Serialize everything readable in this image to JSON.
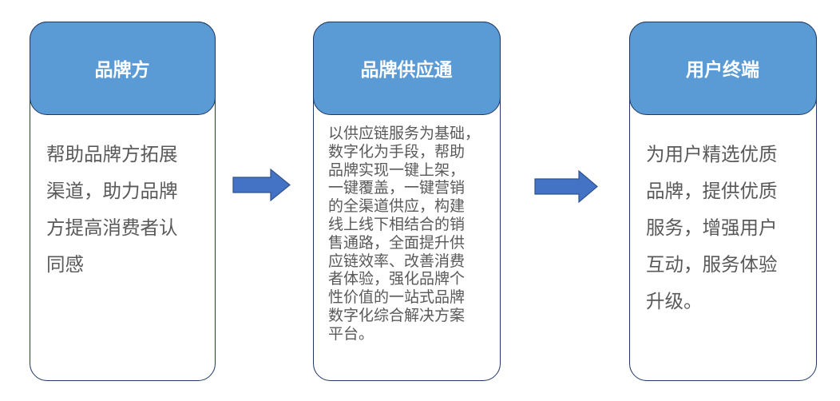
{
  "colors": {
    "header": "#5b9bd5",
    "border": "#1f3864",
    "arrow": "#4472c4",
    "text": "#595959"
  },
  "cards": [
    {
      "title": "品牌方",
      "lines": [
        "帮助品牌方拓展",
        "渠道，助力品牌",
        "方提高消费者认",
        "同感"
      ]
    },
    {
      "title": "品牌供应通",
      "lines": [
        "以供应链服务为基础，",
        "数字化为手段，帮助",
        "品牌实现一键上架，",
        "一键覆盖，一键营销",
        "的全渠道供应，构建",
        "线上线下相结合的销",
        "售通路，全面提升供",
        "应链效率、改善消费",
        "者体验，强化品牌个",
        "性价值的一站式品牌",
        "数字化综合解决方案",
        "平台。"
      ]
    },
    {
      "title": "用户终端",
      "lines": [
        "为用户精选优质",
        "品牌，提供优质",
        "服务，增强用户",
        "互动，服务体验",
        "升级。"
      ]
    }
  ]
}
